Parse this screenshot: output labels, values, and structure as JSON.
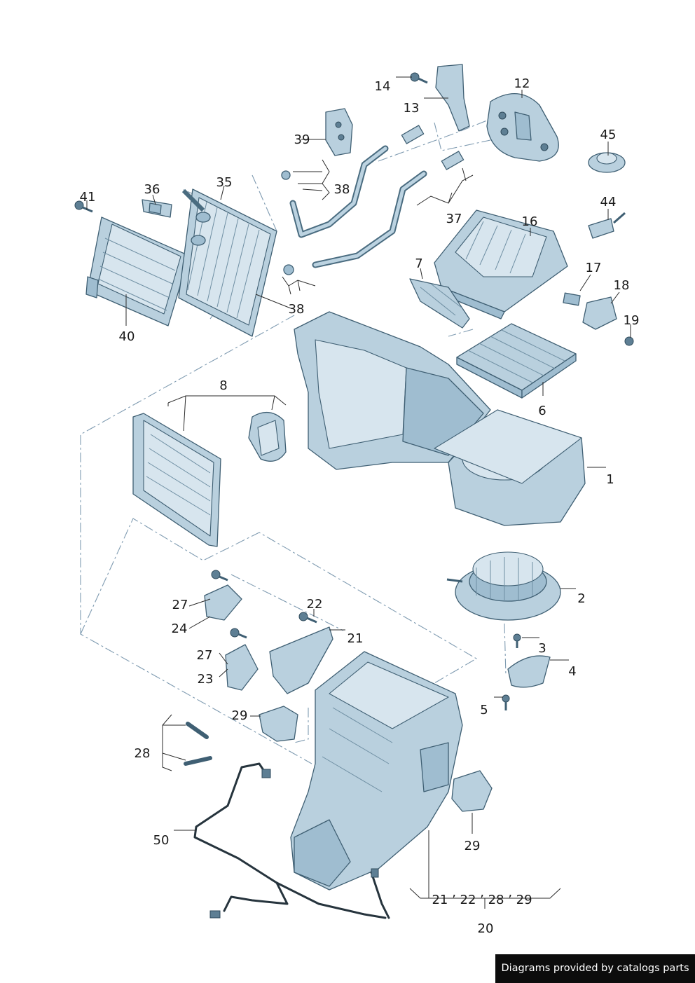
{
  "colors": {
    "part": "#b9d0de",
    "outline": "#3f5f73",
    "leader": "#2a2a2a",
    "dash": "#7f9bb1"
  },
  "labels": {
    "l1": "1",
    "l2": "2",
    "l3": "3",
    "l4": "4",
    "l5": "5",
    "l6": "6",
    "l7": "7",
    "l8": "8",
    "l12": "12",
    "l13": "13",
    "l14": "14",
    "l16": "16",
    "l17": "17",
    "l18": "18",
    "l19": "19",
    "l20": "20",
    "l20sub": "21 ’ 22 ’ 28 ’ 29",
    "l21": "21",
    "l22": "22",
    "l23": "23",
    "l24": "24",
    "l27a": "27",
    "l27b": "27",
    "l28": "28",
    "l29a": "29",
    "l29b": "29",
    "l35": "35",
    "l36": "36",
    "l37": "37",
    "l38a": "38",
    "l38b": "38",
    "l39": "39",
    "l40": "40",
    "l41": "41",
    "l44": "44",
    "l45": "45",
    "l50": "50"
  },
  "credit": "Diagrams provided by catalogs parts"
}
